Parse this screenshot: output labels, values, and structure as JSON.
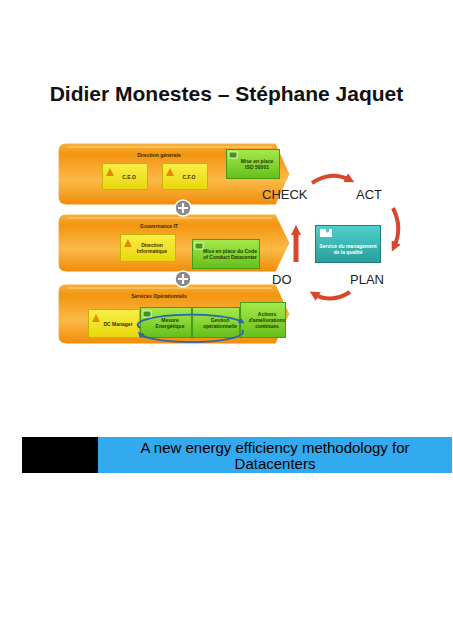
{
  "diagram": {
    "title": "Didier Monestes – Stéphane Jaquet",
    "caption": "A new energy efficiency methodology for Datacenters",
    "nodes": [
      {
        "text": [
          "Direction générale"
        ]
      },
      {
        "text": [
          "C.E.O"
        ],
        "in": 0
      },
      {
        "text": [
          "C.F.O"
        ],
        "in": 0
      },
      {
        "text": [
          "Mise en place ISO 50001"
        ],
        "in": 0
      },
      {
        "text": [
          "Gouvernance IT"
        ]
      },
      {
        "text": [
          "Direction Informatique"
        ],
        "in": 4
      },
      {
        "text": [
          "Mise en place du Code of Conduct Datacenter"
        ],
        "in": 4
      },
      {
        "text": [
          "Services Opérationnels"
        ]
      },
      {
        "text": [
          "DC Manager"
        ],
        "in": 7
      },
      {
        "text": [
          "Mesure Energétique"
        ],
        "in": 7
      },
      {
        "text": [
          "Gestion opérationnelle"
        ],
        "in": 7
      },
      {
        "text": [
          "Actions d'améliorations continues"
        ],
        "in": 7
      },
      {
        "text": [
          "Service du management de la qualité"
        ]
      }
    ],
    "labels": [
      "CHECK",
      "ACT",
      "DO",
      "PLAN"
    ]
  }
}
